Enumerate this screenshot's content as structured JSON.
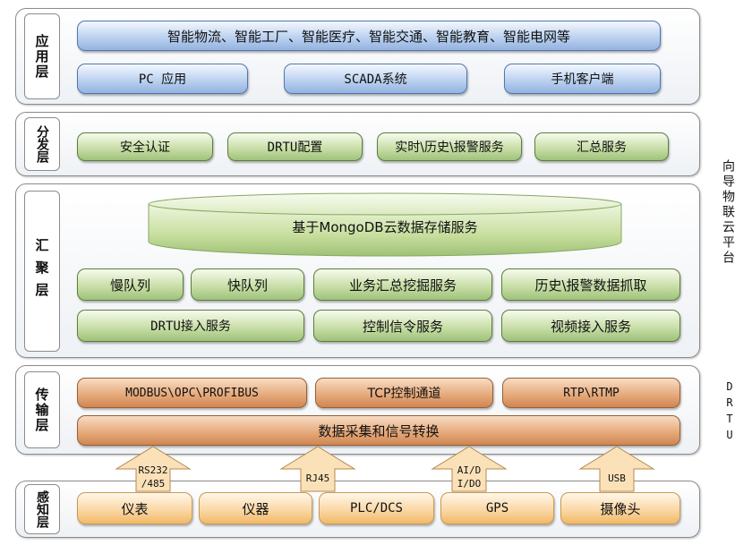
{
  "layers": {
    "app": "应用层",
    "dist": "分发层",
    "agg": "汇聚层",
    "trans": "传输层",
    "sense": "感知层"
  },
  "app": {
    "banner": "智能物流、智能工厂、智能医疗、智能交通、智能教育、智能电网等",
    "pc": "PC 应用",
    "scada": "SCADA系统",
    "mobile": "手机客户端"
  },
  "dist": {
    "auth": "安全认证",
    "drtu_config": "DRTU配置",
    "realtime": "实时\\历史\\报警服务",
    "summary": "汇总服务"
  },
  "agg": {
    "cloud": "基于MongoDB云数据存储服务",
    "slow_queue": "慢队列",
    "fast_queue": "快队列",
    "mining": "业务汇总挖掘服务",
    "history_capture": "历史\\报警数据抓取",
    "drtu_access": "DRTU接入服务",
    "control": "控制信令服务",
    "video": "视频接入服务"
  },
  "trans": {
    "modbus": "MODBUS\\OPC\\PROFIBUS",
    "tcp": "TCP控制通道",
    "rtp": "RTP\\RTMP",
    "collect": "数据采集和信号转换"
  },
  "arrows": {
    "rs232_line1": "RS232",
    "rs232_line2": "/485",
    "rj45": "RJ45",
    "aido_line1": "AI/D",
    "aido_line2": "I/DO",
    "usb": "USB"
  },
  "sense": {
    "meter": "仪表",
    "instrument": "仪器",
    "plc": "PLC/DCS",
    "gps": "GPS",
    "camera": "摄像头"
  },
  "side": {
    "platform": "向导物联云平台",
    "drtu": "DRTU"
  },
  "colors": {
    "app_buttons": "#bcd2f0",
    "dist_agg_buttons": "#c9dfa8",
    "trans_buttons": "#e7ab7d",
    "sense_buttons": "#fad8a6",
    "arrows": "#fbe1b8"
  }
}
